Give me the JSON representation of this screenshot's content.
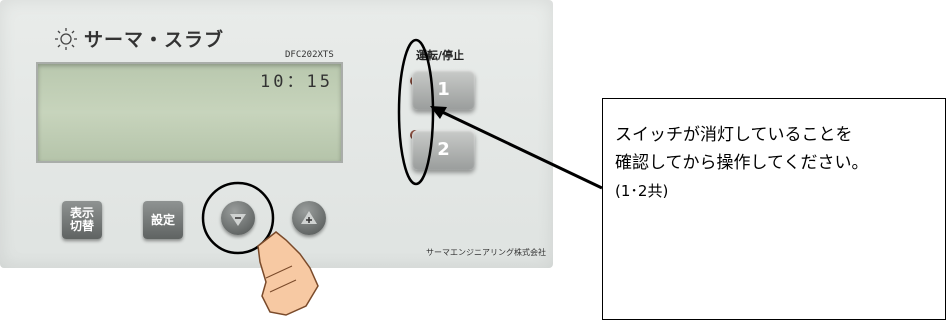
{
  "panel": {
    "brand": "サーマ・スラブ",
    "model": "DFC202XTS",
    "time": "10：15",
    "run_stop_label": "運転/停止",
    "switch1_label": "1",
    "switch2_label": "2",
    "display_switch_label": "表示\n切替",
    "settings_label": "設定",
    "maker": "サーマエンジニアリング株式会社"
  },
  "callout": {
    "line1": "スイッチが消灯していることを",
    "line2": "確認してから操作してください。",
    "line3": "(1･2共)"
  },
  "icons": [
    "sun-logo-icon",
    "led-icon",
    "down-arrow-icon",
    "up-arrow-icon",
    "hand-pointer-icon"
  ],
  "colors": {
    "lcd": "#c0ceb5",
    "panel": "#e5e8e6",
    "button": "#9a9d9c"
  }
}
